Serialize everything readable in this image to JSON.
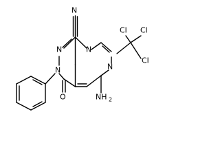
{
  "molecule": {
    "atoms": {
      "nitrile_n": "N",
      "ring_n_top": "N",
      "ring_n_left": "N",
      "pyrimidine_n_top": "N",
      "pyrimidine_n_bottom": "N",
      "carbonyl_o": "O",
      "cl_left": "Cl",
      "cl_top": "Cl",
      "cl_right": "Cl",
      "amino_nh": "NH",
      "amino_sub": "2"
    }
  }
}
